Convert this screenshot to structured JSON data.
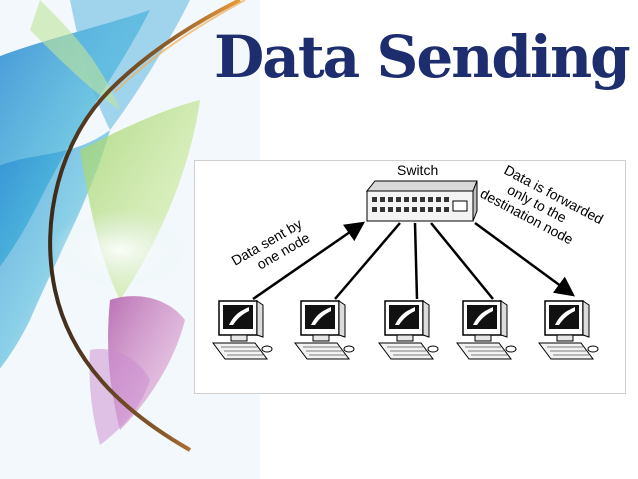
{
  "slide": {
    "title": "Data Sending"
  },
  "diagram": {
    "switch_label": "Switch",
    "sent_label_line1": "Data sent by",
    "sent_label_line2": "one node",
    "forward_label_line1": "Data is forwarded",
    "forward_label_line2": "only to the",
    "forward_label_line3": "destination node",
    "node_count": 5,
    "icons": {
      "switch": "network-switch-icon",
      "node": "computer-workstation-icon"
    }
  },
  "colors": {
    "title": "#1d2d6e",
    "background": "#ffffff",
    "diagram_bg": "#ffffff",
    "line": "#000000"
  }
}
